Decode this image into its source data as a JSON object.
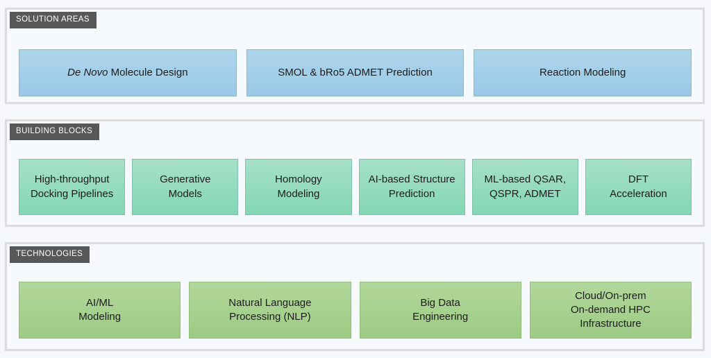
{
  "page": {
    "background_color": "#f4f8fb",
    "panel_border_color": "#dcdcdc",
    "panel_background_color": "#f6fafc",
    "tab_background_color": "#585858",
    "tab_text_color": "#ffffff"
  },
  "sections": [
    {
      "id": "solution-areas",
      "tab_label": "SOLUTION AREAS",
      "accent_color": "#9ac9e6",
      "items": [
        {
          "lines": [
            "De Novo Molecule Design"
          ],
          "italic_prefix": "De Novo",
          "rest": " Molecule Design"
        },
        {
          "lines": [
            "SMOL & bRo5 ADMET Prediction"
          ]
        },
        {
          "lines": [
            "Reaction Modeling"
          ]
        }
      ]
    },
    {
      "id": "building-blocks",
      "tab_label": "BUILDING BLOCKS",
      "accent_color": "#84d6b5",
      "items": [
        {
          "lines": [
            "High-throughput",
            "Docking Pipelines"
          ]
        },
        {
          "lines": [
            "Generative",
            "Models"
          ]
        },
        {
          "lines": [
            "Homology",
            "Modeling"
          ]
        },
        {
          "lines": [
            "AI-based Structure",
            "Prediction"
          ]
        },
        {
          "lines": [
            "ML-based QSAR,",
            "QSPR, ADMET"
          ]
        },
        {
          "lines": [
            "DFT",
            "Acceleration"
          ]
        }
      ]
    },
    {
      "id": "technologies",
      "tab_label": "TECHNOLOGIES",
      "accent_color": "#9ccb83",
      "items": [
        {
          "lines": [
            "AI/ML",
            "Modeling"
          ]
        },
        {
          "lines": [
            "Natural Language",
            "Processing (NLP)"
          ]
        },
        {
          "lines": [
            "Big Data",
            "Engineering"
          ]
        },
        {
          "lines": [
            "Cloud/On-prem",
            "On-demand HPC",
            "Infrastructure"
          ]
        }
      ]
    }
  ]
}
